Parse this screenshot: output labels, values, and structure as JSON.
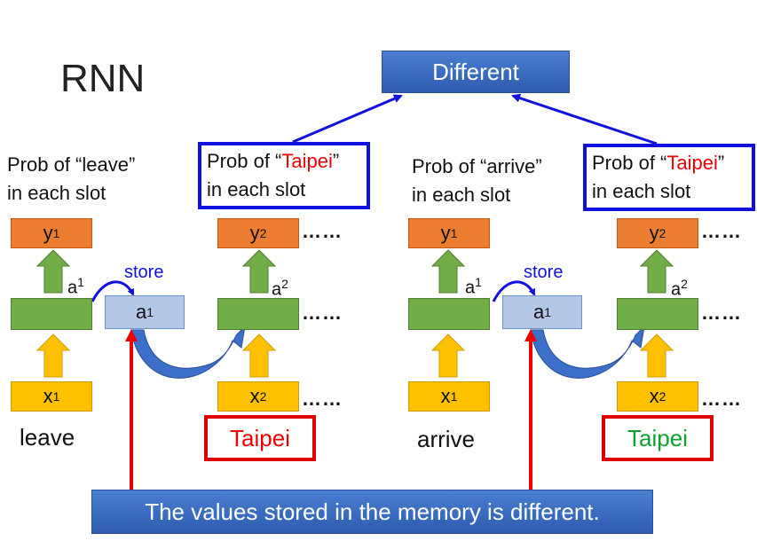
{
  "title": "RNN",
  "different_label": "Different",
  "banner": "The values stored in the memory is different.",
  "dots": "……",
  "left": {
    "prob1": {
      "prefix": "Prob of “",
      "word": "leave",
      "suffix": "”",
      "line2": "in each slot"
    },
    "prob2": {
      "prefix": "Prob of “",
      "word": "Taipei",
      "suffix": "”",
      "line2": "in each slot"
    },
    "y1": "y",
    "y1_sup": "1",
    "y2": "y",
    "y2_sup": "2",
    "a1": "a",
    "a1_sup": "1",
    "a2": "a",
    "a2_sup": "2",
    "mem": "a",
    "mem_sup": "1",
    "store": "store",
    "x1": "x",
    "x1_sup": "1",
    "x2": "x",
    "x2_sup": "2",
    "word1": "leave",
    "word2": "Taipei"
  },
  "right": {
    "prob1": {
      "prefix": "Prob of “",
      "word": "arrive",
      "suffix": "”",
      "line2": "in each slot"
    },
    "prob2": {
      "prefix": "Prob of “",
      "word": "Taipei",
      "suffix": "”",
      "line2": "in each slot"
    },
    "y1": "y",
    "y1_sup": "1",
    "y2": "y",
    "y2_sup": "2",
    "a1": "a",
    "a1_sup": "1",
    "a2": "a",
    "a2_sup": "2",
    "mem": "a",
    "mem_sup": "1",
    "store": "store",
    "x1": "x",
    "x1_sup": "1",
    "x2": "x",
    "x2_sup": "2",
    "word1": "arrive",
    "word2": "Taipei"
  },
  "colors": {
    "output": "#ed7d31",
    "hidden": "#70ad47",
    "memory": "#b4c7e7",
    "input": "#ffc000",
    "highlight_box": "#1010e0",
    "word_box": "#e00000",
    "taipei_left": "#ee0000",
    "taipei_right": "#10a030",
    "banner": "#3a6cc4"
  }
}
